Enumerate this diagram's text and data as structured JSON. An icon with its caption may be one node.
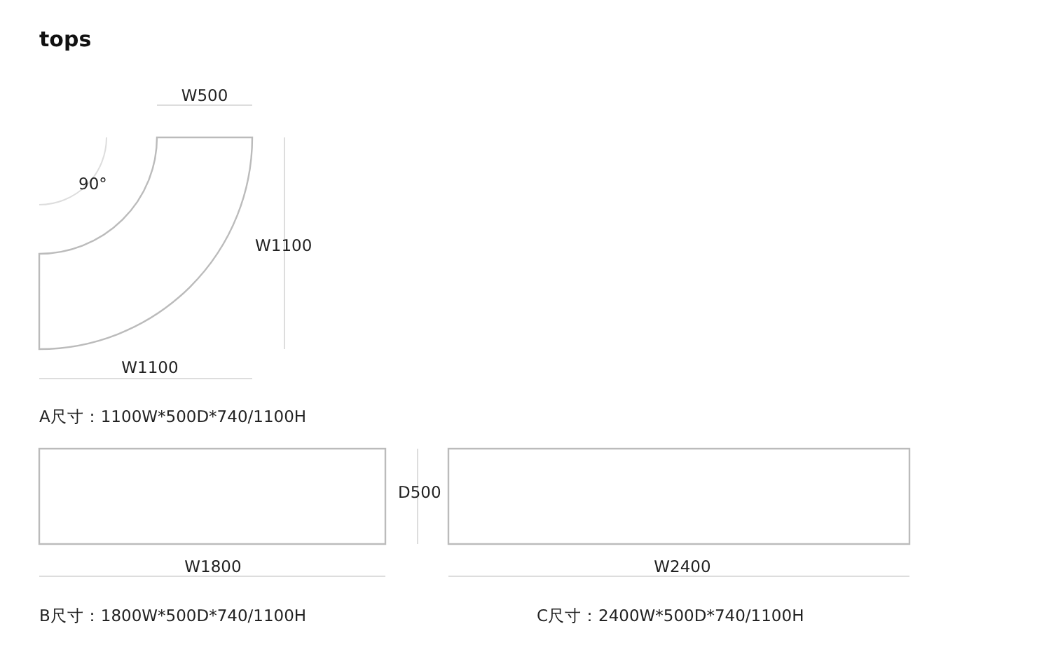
{
  "diagram": {
    "title": "tops",
    "labels": [
      "W500",
      "90°",
      "W1100",
      "W1100",
      "A尺寸：1100W*500D*740/1100H",
      "D500",
      "W1800",
      "W2400",
      "B尺寸：1800W*500D*740/1100H",
      "C尺寸：2400W*500D*740/1100H"
    ]
  }
}
